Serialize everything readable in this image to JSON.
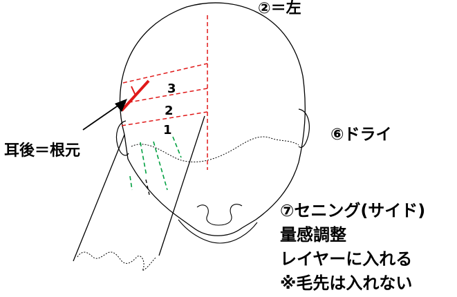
{
  "labels": {
    "step2": "②＝左",
    "ear_back": "耳後＝根元",
    "step6": "⑥ドライ",
    "step7_lines": [
      "⑦セニング(サイド)",
      "量感調整",
      "レイヤーに入れる",
      "※毛先は入れない"
    ]
  },
  "section_numbers": [
    "3",
    "2",
    "1"
  ],
  "colors": {
    "outline": "#000000",
    "section_line": "#e01818",
    "guide_line": "#00a040",
    "arrow": "#000000"
  }
}
